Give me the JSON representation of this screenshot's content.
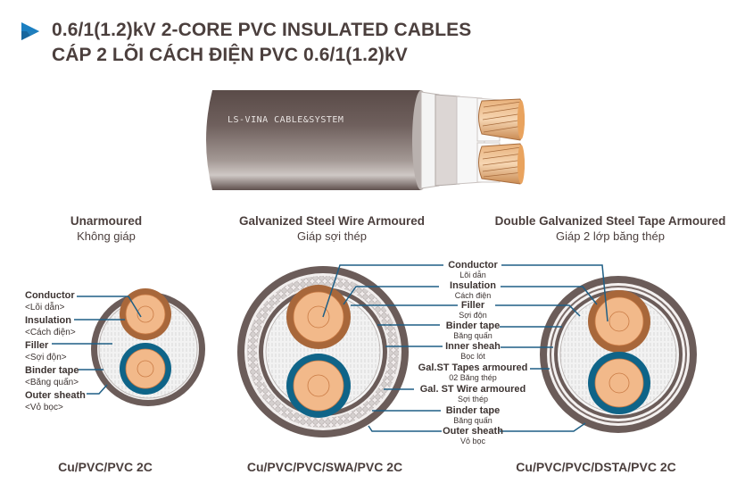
{
  "header": {
    "title_en": "0.6/1(1.2)kV 2-CORE PVC INSULATED CABLES",
    "title_vi": "CÁP 2 LÕI CÁCH ĐIỆN PVC 0.6/1(1.2)kV",
    "bullet_icon": "blue-triangle-icon",
    "bullet_color": "#1b7fc1"
  },
  "product_image": {
    "print_text": "LS-VINA CABLE&SYSTEM",
    "sheath_color": "#6e5f5c",
    "copper_color": "#d9955a"
  },
  "sections": [
    {
      "title_en": "Unarmoured",
      "title_vi": "Không giáp",
      "code": "Cu/PVC/PVC 2C",
      "labels": [
        {
          "en": "Conductor",
          "vi": "<Lõi dẫn>"
        },
        {
          "en": "Insulation",
          "vi": "<Cách điện>"
        },
        {
          "en": "Filler",
          "vi": "<Sợi độn>"
        },
        {
          "en": "Binder tape",
          "vi": "<Băng quấn>"
        },
        {
          "en": "Outer sheath",
          "vi": "<Vỏ bọc>"
        }
      ]
    },
    {
      "title_en": "Galvanized Steel Wire Armoured",
      "title_vi": "Giáp sợi thép",
      "code": "Cu/PVC/PVC/SWA/PVC 2C"
    },
    {
      "title_en": "Double Galvanized Steel Tape Armoured",
      "title_vi": "Giáp 2 lớp băng thép",
      "code": "Cu/PVC/PVC/DSTA/PVC 2C"
    }
  ],
  "shared_labels": [
    {
      "en": "Conductor",
      "vi": "Lõi dẫn"
    },
    {
      "en": "Insulation",
      "vi": "Cách điện"
    },
    {
      "en": "Filler",
      "vi": "Sợi độn"
    },
    {
      "en": "Binder tape",
      "vi": "Băng quấn"
    },
    {
      "en": "Inner sheah",
      "vi": "Bọc lót"
    },
    {
      "en": "Gal.ST Tapes armoured",
      "vi": "02 Băng thép"
    },
    {
      "en": "Gal. ST Wire armoured",
      "vi": "Sợi thép"
    },
    {
      "en": "Binder tape",
      "vi": "Băng quấn"
    },
    {
      "en": "Outer sheath",
      "vi": "Vỏ bọc"
    }
  ],
  "colors": {
    "text": "#4b3f3d",
    "leader": "#1f5f85",
    "outer_sheath": "#6b5c59",
    "brown_insulation": "#a8673a",
    "blue_insulation": "#0f6488",
    "copper": "#f2b98a",
    "copper_line": "#c97b45"
  }
}
